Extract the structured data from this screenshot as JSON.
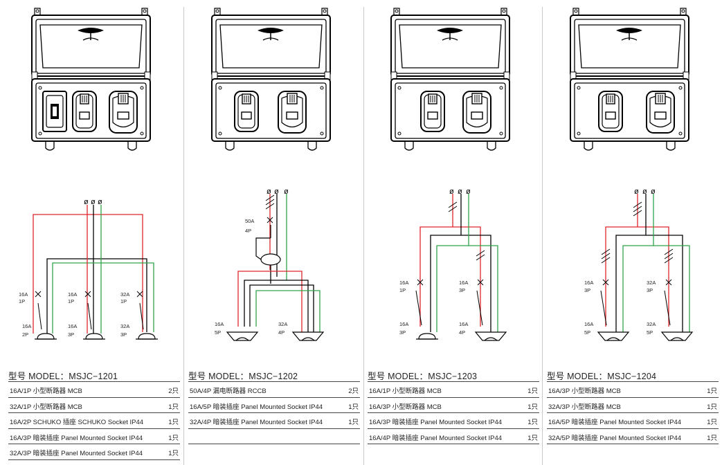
{
  "models": [
    {
      "title": "型号 MODEL：MSJC−1201",
      "items": [
        {
          "desc": "16A/1P 小型断路器 MCB",
          "qty": "2只"
        },
        {
          "desc": "32A/1P 小型断路器 MCB",
          "qty": "1只"
        },
        {
          "desc": "16A/2P  SCHUKO 插座 SCHUKO Socket IP44",
          "qty": "1只"
        },
        {
          "desc": "16A/3P 暗装插座 Panel Mounted Socket IP44",
          "qty": "1只"
        },
        {
          "desc": "32A/3P 暗装插座 Panel Mounted Socket IP44",
          "qty": "1只"
        }
      ],
      "labels": {
        "b1_rating": "16A",
        "b1_poles": "1P",
        "b2_rating": "16A",
        "b2_poles": "1P",
        "b3_rating": "32A",
        "b3_poles": "1P",
        "s1_rating": "16A",
        "s1_poles": "2P",
        "s2_rating": "16A",
        "s2_poles": "3P",
        "s3_rating": "32A",
        "s3_poles": "3P"
      }
    },
    {
      "title": "型号 MODEL：MSJC−1202",
      "items": [
        {
          "desc": "50A/4P 漏电断路器 RCCB",
          "qty": "2只"
        },
        {
          "desc": "16A/5P 暗装插座 Panel Mounted Socket IP44",
          "qty": "1只"
        },
        {
          "desc": "32A/4P 暗装插座 Panel Mounted Socket IP44",
          "qty": "1只"
        },
        {
          "desc": "",
          "qty": ""
        }
      ],
      "labels": {
        "rccb_rating": "50A",
        "rccb_poles": "4P",
        "s1_rating": "16A",
        "s1_poles": "5P",
        "s2_rating": "32A",
        "s2_poles": "4P"
      }
    },
    {
      "title": "型号 MODEL：MSJC−1203",
      "items": [
        {
          "desc": "16A/1P 小型断路器 MCB",
          "qty": "1只"
        },
        {
          "desc": "16A/3P 小型断路器 MCB",
          "qty": "1只"
        },
        {
          "desc": "16A/3P 暗装插座 Panel Mounted Socket IP44",
          "qty": "1只"
        },
        {
          "desc": "16A/4P 暗装插座 Panel Mounted Socket IP44",
          "qty": "1只"
        }
      ],
      "labels": {
        "b1_rating": "16A",
        "b1_poles": "1P",
        "b2_rating": "16A",
        "b2_poles": "3P",
        "s1_rating": "16A",
        "s1_poles": "3P",
        "s2_rating": "16A",
        "s2_poles": "4P"
      }
    },
    {
      "title": "型号 MODEL：MSJC−1204",
      "items": [
        {
          "desc": "16A/3P 小型断路器 MCB",
          "qty": "1只"
        },
        {
          "desc": "32A/3P 小型断路器 MCB",
          "qty": "1只"
        },
        {
          "desc": "16A/5P 暗装插座 Panel Mounted Socket IP44",
          "qty": "1只"
        },
        {
          "desc": "32A/5P 暗装插座 Panel Mounted Socket IP44",
          "qty": "1只"
        }
      ],
      "labels": {
        "b1_rating": "16A",
        "b1_poles": "3P",
        "b2_rating": "32A",
        "b2_poles": "3P",
        "s1_rating": "16A",
        "s1_poles": "5P",
        "s2_rating": "32A",
        "s2_poles": "5P"
      }
    }
  ],
  "terminal_symbol": "ø",
  "colors": {
    "line": "#000000",
    "phase_red": "#e0242b",
    "phase_green": "#2ea34a",
    "divider": "#c9c9c9"
  }
}
